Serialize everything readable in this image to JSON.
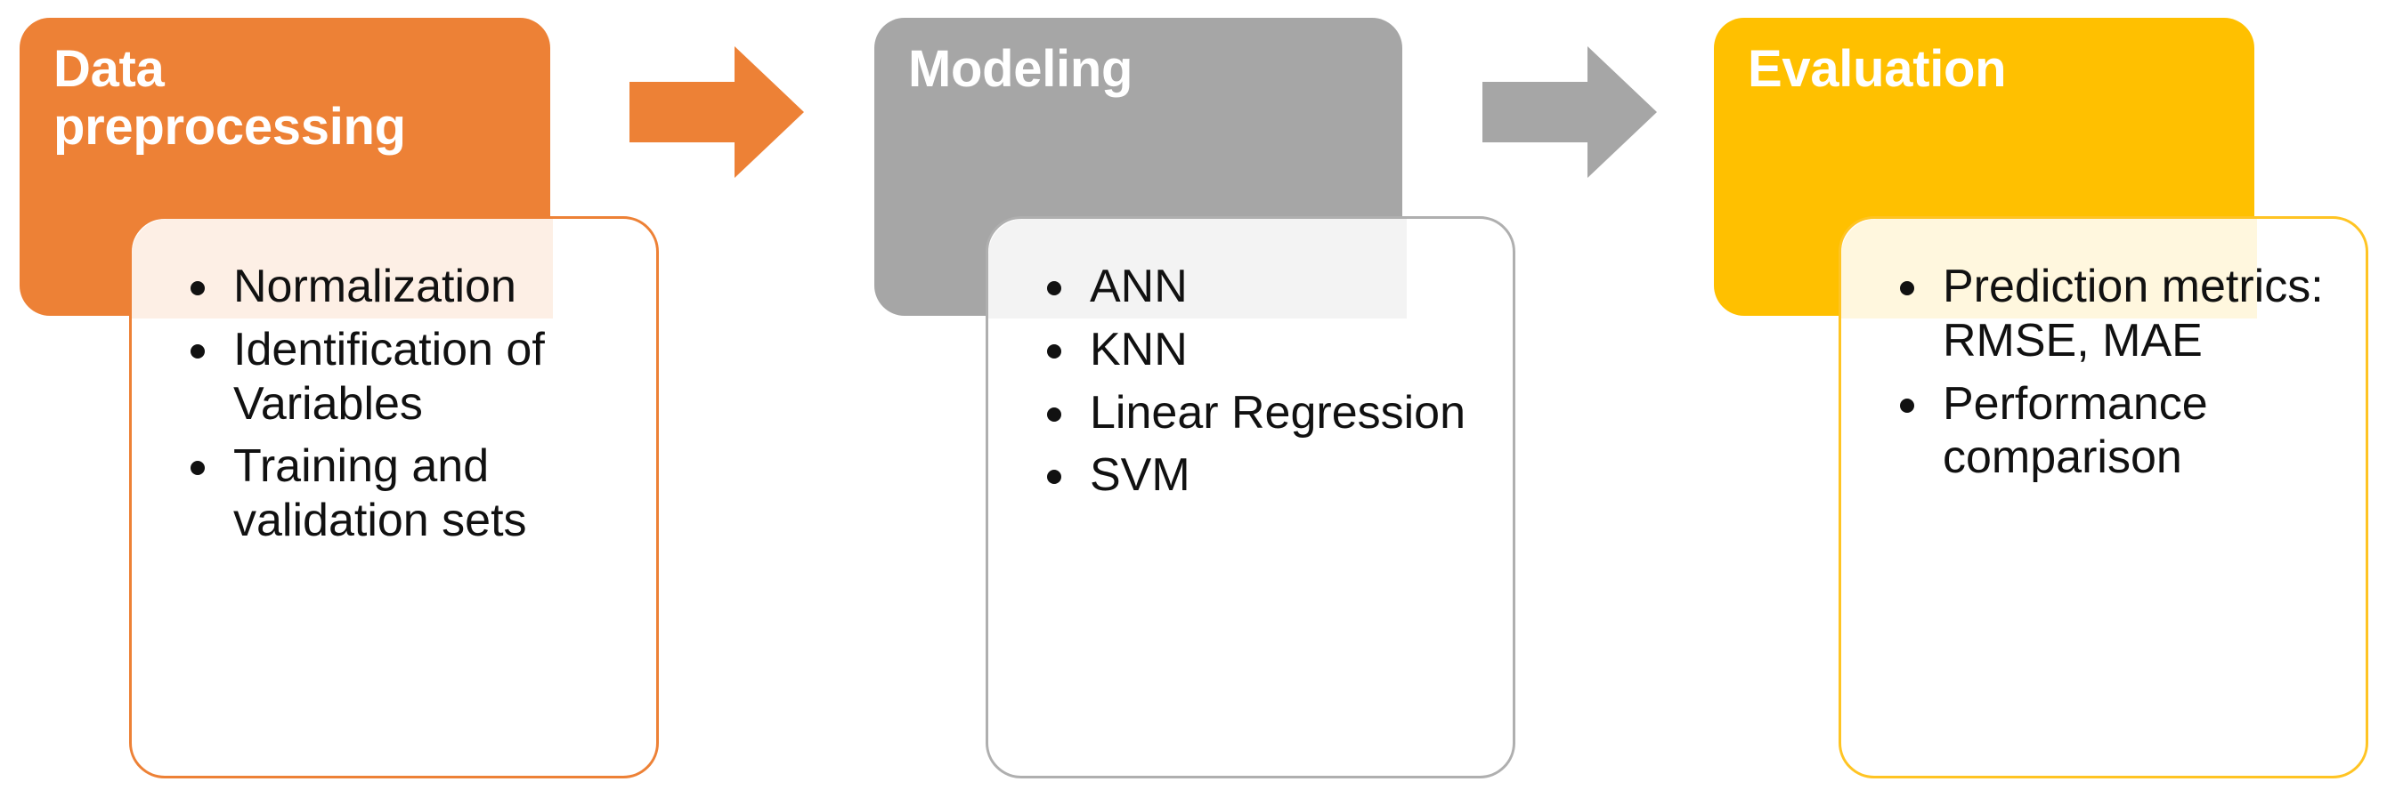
{
  "diagram": {
    "title_semantic": "machine-learning-workflow",
    "background": "#FFFFFF",
    "stages": [
      {
        "id": "data-preprocessing",
        "title": "Data\npreprocessing",
        "panel_color": "#ED8136",
        "card_border_color": "#ED8136",
        "card_tint_color": "rgba(237,129,54,0.13)",
        "bullets": [
          "Normalization",
          "Identification of Variables",
          "Training and validation sets"
        ]
      },
      {
        "id": "modeling",
        "title": "Modeling",
        "panel_color": "#A6A6A6",
        "card_border_color": "#AFAFAF",
        "card_tint_color": "rgba(166,166,166,0.13)",
        "bullets": [
          "ANN",
          "KNN",
          "Linear Regression",
          "SVM"
        ]
      },
      {
        "id": "evaluation",
        "title": "Evaluation",
        "panel_color": "#FFC000",
        "card_border_color": "#FFC423",
        "card_tint_color": "rgba(255,192,0,0.13)",
        "bullets": [
          "Prediction metrics: RMSE, MAE",
          "Performance comparison"
        ]
      }
    ],
    "connectors": [
      {
        "id": "arrow-preprocessing-to-modeling",
        "color": "#ED8136",
        "direction": "right"
      },
      {
        "id": "arrow-modeling-to-evaluation",
        "color": "#A6A6A6",
        "direction": "right"
      }
    ]
  }
}
